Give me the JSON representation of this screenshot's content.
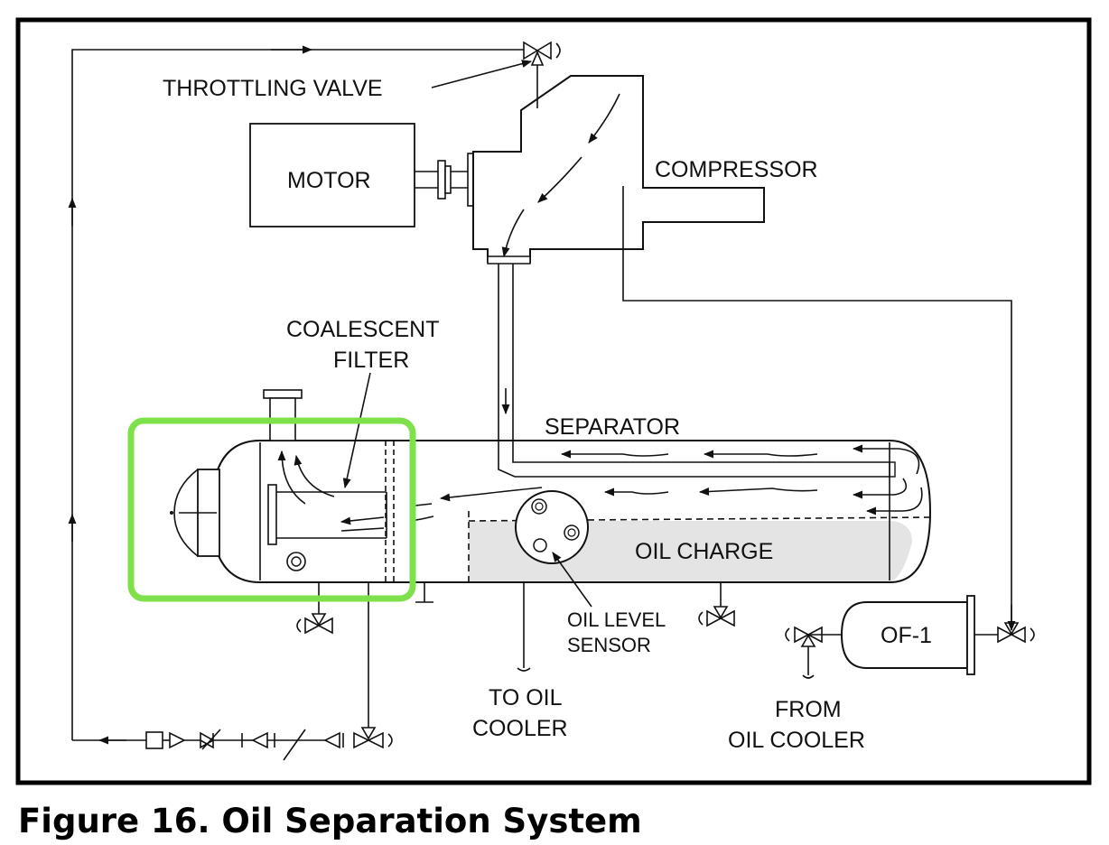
{
  "figure": {
    "caption": "Figure 16. Oil Separation System"
  },
  "labels": {
    "throttling_valve": "THROTTLING VALVE",
    "motor": "MOTOR",
    "compressor": "COMPRESSOR",
    "coalescent_filter_line1": "COALESCENT",
    "coalescent_filter_line2": "FILTER",
    "separator": "SEPARATOR",
    "oil_charge": "OIL CHARGE",
    "oil_level_sensor_line1": "OIL LEVEL",
    "oil_level_sensor_line2": "SENSOR",
    "to_oil_cooler_line1": "TO OIL",
    "to_oil_cooler_line2": "COOLER",
    "of1": "OF-1",
    "from_oil_cooler_line1": "FROM",
    "from_oil_cooler_line2": "OIL COOLER"
  },
  "colors": {
    "highlight": "#7ee04a",
    "oil_fill": "#e4e4e4",
    "line": "#111111"
  }
}
